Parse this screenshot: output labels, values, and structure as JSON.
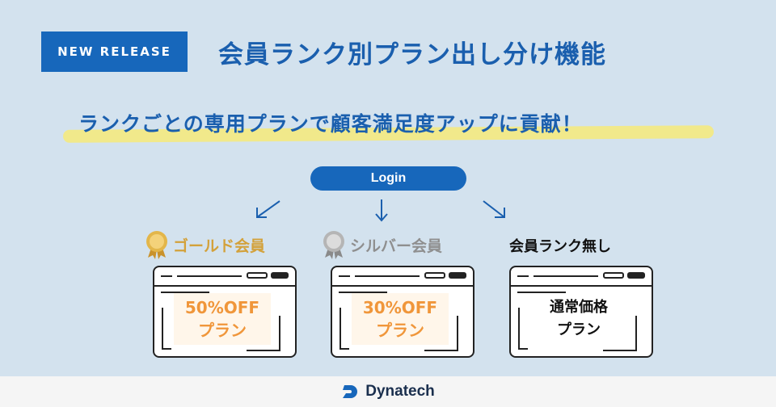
{
  "badge": "NEW RELEASE",
  "headline": "会員ランク別プラン出し分け機能",
  "subline": "ランクごとの専用プランで顧客満足度アップに貢献！",
  "login": "Login",
  "tiers": [
    {
      "label": "ゴールド会員",
      "price": "50%OFF",
      "plan": "プラン",
      "icon": "gold-medal-icon"
    },
    {
      "label": "シルバー会員",
      "price": "30%OFF",
      "plan": "プラン",
      "icon": "silver-medal-icon"
    },
    {
      "label": "会員ランク無し",
      "price": "通常価格",
      "plan": "プラン"
    }
  ],
  "footer": {
    "brand": "Dynatech",
    "icon": "dynatech-logo-icon"
  },
  "colors": {
    "primary": "#1767bb",
    "background": "#d3e2ee",
    "gold": "#d3a13a",
    "silver": "#8f8f8f",
    "discount": "#f0963a",
    "highlight": "#f1e98b"
  }
}
